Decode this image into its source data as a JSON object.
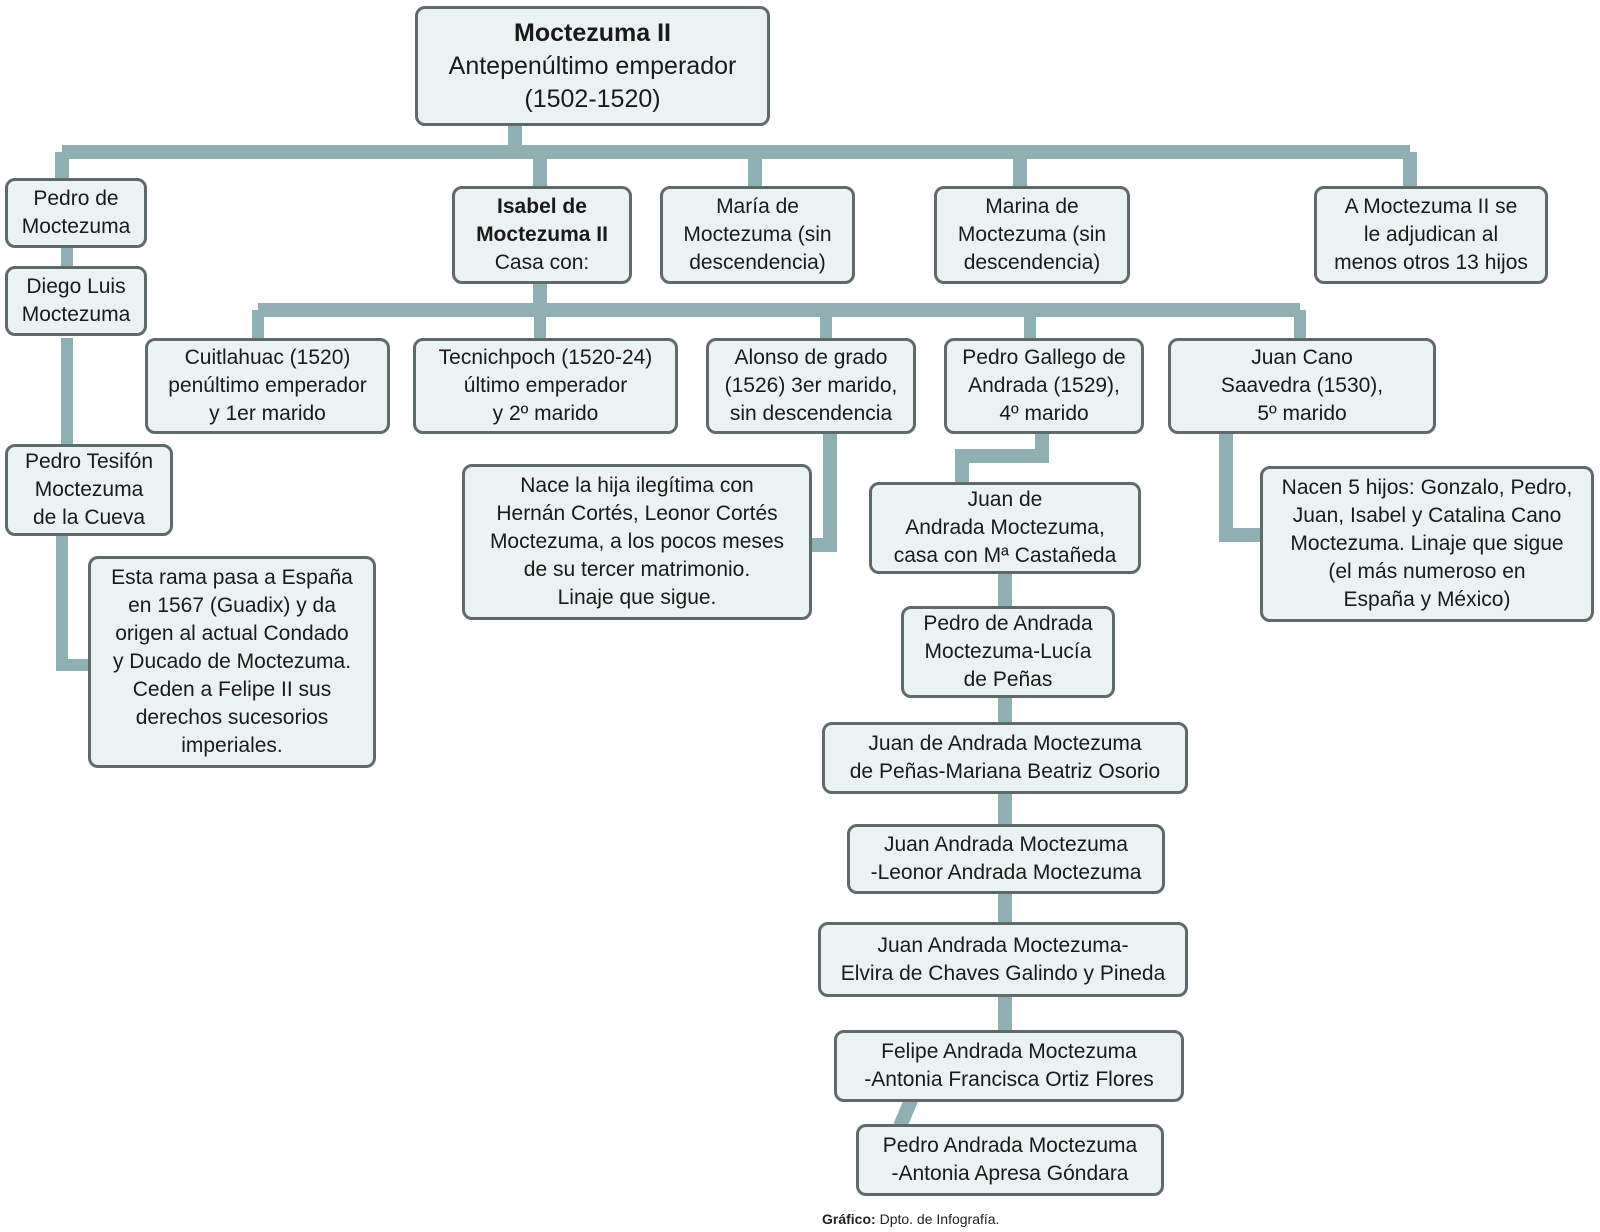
{
  "root": {
    "name": "Moctezuma II",
    "title": "Antepenúltimo emperador",
    "years": "(1502-1520)"
  },
  "children": {
    "pedro": {
      "lines": [
        "Pedro de",
        "Moctezuma"
      ]
    },
    "diego": {
      "lines": [
        "Diego Luis",
        "Moctezuma"
      ]
    },
    "tesifon": {
      "lines": [
        "Pedro Tesifón",
        "Moctezuma",
        "de la Cueva"
      ]
    },
    "espana_note": {
      "lines": [
        "Esta rama pasa a España",
        "en 1567 (Guadix) y da",
        "origen al actual Condado",
        "y Ducado de Moctezuma.",
        "Ceden a Felipe II sus",
        "derechos sucesorios",
        "imperiales."
      ]
    },
    "isabel": {
      "bold_lines": [
        "Isabel de",
        "Moctezuma II"
      ],
      "lines": [
        "Casa con:"
      ]
    },
    "maria": {
      "lines": [
        "María de",
        "Moctezuma (sin",
        "descendencia)"
      ]
    },
    "marina": {
      "lines": [
        "Marina de",
        "Moctezuma (sin",
        "descendencia)"
      ]
    },
    "otros": {
      "lines": [
        "A Moctezuma II se",
        "le adjudican al",
        "menos otros 13 hijos"
      ]
    }
  },
  "husbands": {
    "cuitlahuac": {
      "lines": [
        "Cuitlahuac (1520)",
        "penúltimo emperador",
        "y 1er marido"
      ]
    },
    "tecnichpoch": {
      "lines": [
        "Tecnichpoch (1520-24)",
        "último emperador",
        "y 2º marido"
      ]
    },
    "alonso": {
      "lines": [
        "Alonso de grado",
        "(1526) 3er marido,",
        "sin descendencia"
      ]
    },
    "gallego": {
      "lines": [
        "Pedro Gallego de",
        "Andrada (1529),",
        "4º marido"
      ]
    },
    "cano": {
      "lines": [
        "Juan Cano",
        "Saavedra (1530),",
        "5º marido"
      ]
    }
  },
  "notes": {
    "leonor": {
      "lines": [
        "Nace la hija ilegítima con",
        "Hernán Cortés, Leonor Cortés",
        "Moctezuma, a los pocos meses",
        "de su tercer matrimonio.",
        "Linaje que sigue."
      ]
    },
    "cinco_hijos": {
      "lines": [
        "Nacen 5 hijos: Gonzalo, Pedro,",
        "Juan, Isabel y Catalina Cano",
        "Moctezuma. Linaje que sigue",
        "(el más numeroso en",
        "España y México)"
      ]
    }
  },
  "andrada_line": [
    {
      "lines": [
        "Juan de",
        "Andrada Moctezuma,",
        "casa con Mª Castañeda"
      ]
    },
    {
      "lines": [
        "Pedro de Andrada",
        "Moctezuma-Lucía",
        "de Peñas"
      ]
    },
    {
      "lines": [
        "Juan de Andrada Moctezuma",
        "de Peñas-Mariana Beatriz Osorio"
      ]
    },
    {
      "lines": [
        "Juan Andrada Moctezuma",
        "-Leonor Andrada Moctezuma"
      ]
    },
    {
      "lines": [
        "Juan Andrada Moctezuma-",
        "Elvira de Chaves Galindo y Pineda"
      ]
    },
    {
      "lines": [
        "Felipe Andrada Moctezuma",
        "-Antonia Francisca Ortiz Flores"
      ]
    },
    {
      "lines": [
        "Pedro Andrada Moctezuma",
        "-Antonia Apresa Góndara"
      ]
    }
  ],
  "credit": {
    "label": "Gráfico:",
    "text": "Dpto. de Infografía."
  },
  "colors": {
    "connector": "#8fb0b2",
    "box_fill": "#eaf2f2",
    "box_border": "#5f6a6b"
  }
}
